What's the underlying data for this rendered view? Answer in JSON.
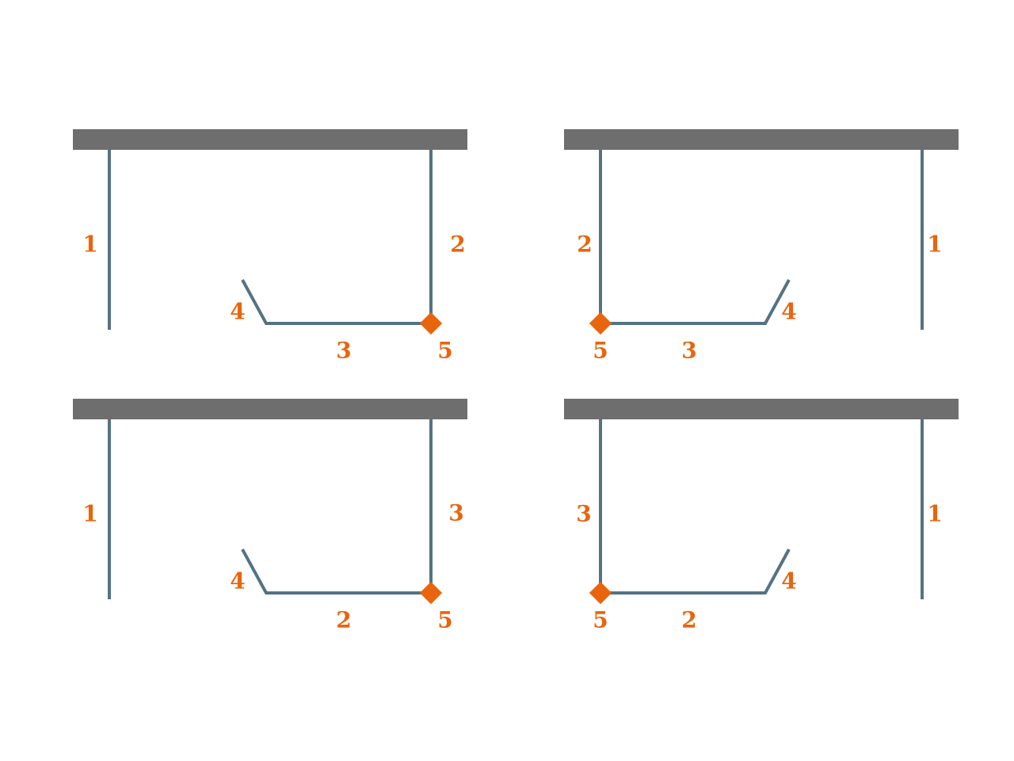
{
  "colors": {
    "ceiling": "#6e6e6e",
    "wire": "#547384",
    "accent": "#e8650e",
    "background": "#ffffff"
  },
  "panels": [
    {
      "id": "top-left",
      "mirrored": false,
      "labels": {
        "outer_post": "1",
        "inner_post": "2",
        "bottom_run": "3",
        "bend": "4",
        "corner": "5"
      }
    },
    {
      "id": "top-right",
      "mirrored": true,
      "labels": {
        "outer_post": "1",
        "inner_post": "2",
        "bottom_run": "3",
        "bend": "4",
        "corner": "5"
      }
    },
    {
      "id": "bottom-left",
      "mirrored": false,
      "labels": {
        "outer_post": "1",
        "inner_post": "3",
        "bottom_run": "2",
        "bend": "4",
        "corner": "5"
      }
    },
    {
      "id": "bottom-right",
      "mirrored": true,
      "labels": {
        "outer_post": "1",
        "inner_post": "3",
        "bottom_run": "2",
        "bend": "4",
        "corner": "5"
      }
    }
  ]
}
